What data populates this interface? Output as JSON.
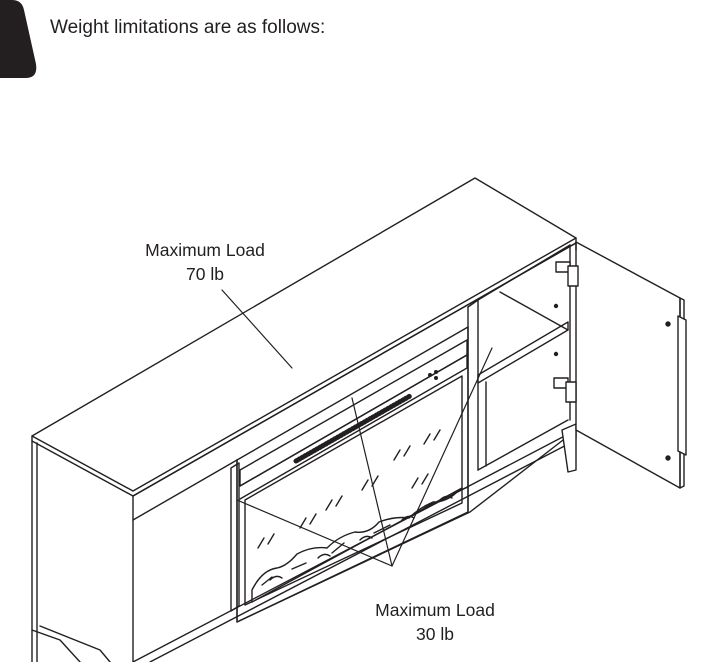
{
  "intro_text": "Weight limitations are as follows:",
  "callouts": {
    "top": {
      "line1": "Maximum Load",
      "line2": "70 lb"
    },
    "bottom": {
      "line1": "Maximum Load",
      "line2": "30 lb"
    }
  },
  "colors": {
    "ink": "#231f20",
    "tab": "#231f20",
    "background": "#ffffff"
  }
}
